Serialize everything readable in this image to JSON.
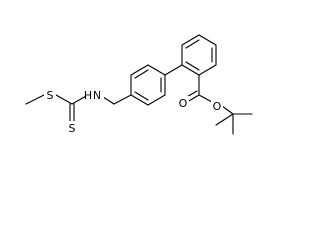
{
  "molecule": {
    "atoms": {
      "s_thioether": "S",
      "s_thione": "S",
      "nitrogen": "N",
      "hydrogen": "H",
      "o_carbonyl": "O",
      "o_ester": "O"
    },
    "colors": {
      "bond": "#000000",
      "label": "#000000",
      "background": "#ffffff"
    }
  }
}
